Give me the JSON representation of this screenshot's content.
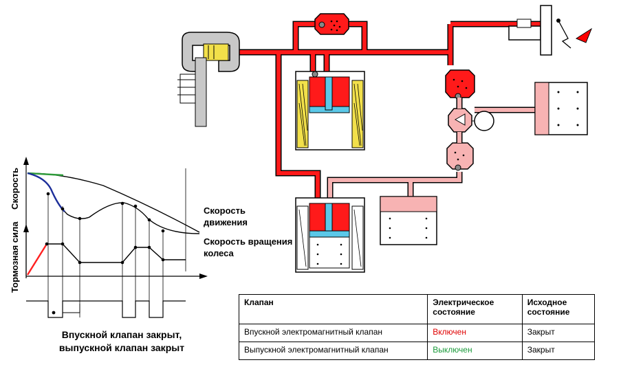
{
  "graph": {
    "axis_speed": "Скорость",
    "axis_force": "Тормозная сила",
    "label_vehicle_speed": "Скорость движения",
    "label_wheel_speed": "Скорость вращения колеса",
    "label_valve_state": "Впускной клапан закрыт, выпускной клапан закрыт"
  },
  "table": {
    "headers": [
      "Клапан",
      "Электрическое состояние",
      "Исходное состояние"
    ],
    "rows": [
      {
        "valve": "Впускной электромагнитный клапан",
        "electric": "Включен",
        "electric_color": "#e00000",
        "initial": "Закрыт"
      },
      {
        "valve": "Выпускной электромагнитный клапан",
        "electric": "Выключен",
        "electric_color": "#1a9a3a",
        "initial": "Закрыт"
      }
    ]
  },
  "colors": {
    "high_pressure": "#ff1a1a",
    "low_pressure": "#f7b3b3",
    "coil": "#f2e04a",
    "armature": "#5bc8e8",
    "body_gray": "#c8c8c8",
    "speed_curve_green": "#2e9a3a",
    "speed_curve_blue": "#1c2e9a",
    "force_curve_red": "#ff2020",
    "pedal_arrow": "#ff0000"
  }
}
